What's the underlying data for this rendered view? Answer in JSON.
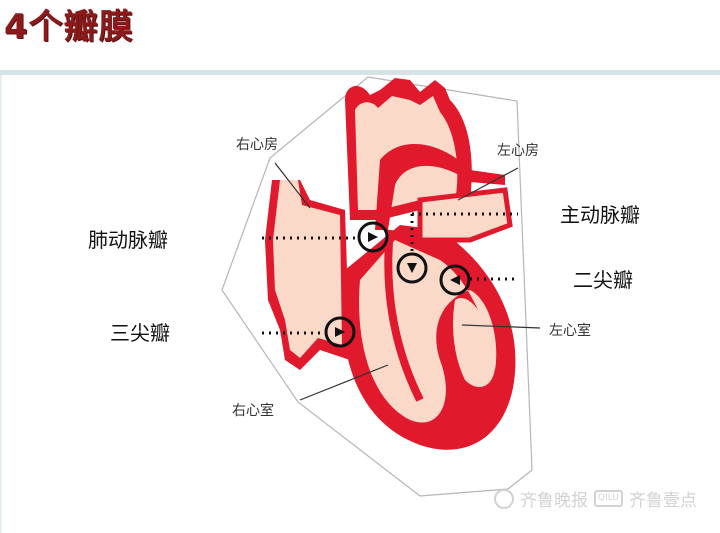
{
  "header": {
    "title": "4个瓣膜"
  },
  "diagram": {
    "subject": "heart-cross-section",
    "colors": {
      "title": "#8b1a1a",
      "vessel_wall": "#e0192c",
      "chamber_fill": "#fbd9c9",
      "outline": "#b5b5b5",
      "marker": "#111111"
    },
    "valve_labels": {
      "pulmonary": "肺动脉瓣",
      "aortic": "主动脉瓣",
      "mitral": "二尖瓣",
      "tricuspid": "三尖瓣"
    },
    "chamber_labels": {
      "right_atrium": "右心房",
      "left_atrium": "左心房",
      "left_ventricle": "左心室",
      "right_ventricle": "右心室"
    }
  },
  "watermark": {
    "source": "齐鲁晚报",
    "badge": "QILU",
    "app": "齐鲁壹点"
  }
}
